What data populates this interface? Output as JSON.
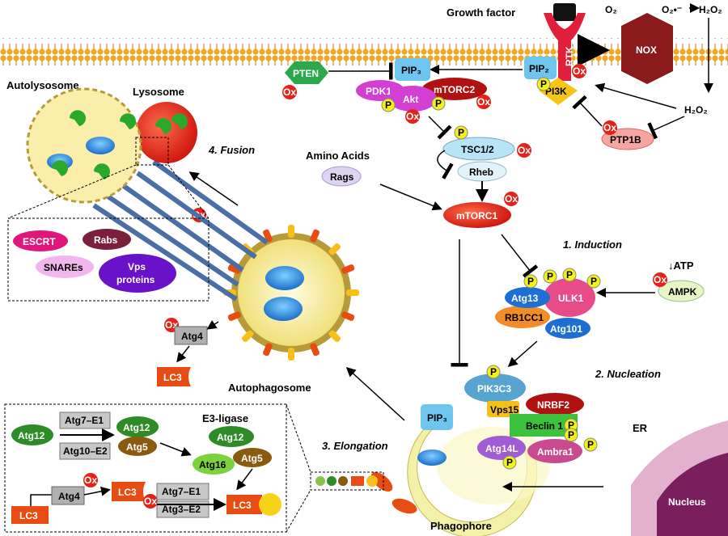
{
  "labels": {
    "growth_factor": "Growth factor",
    "rtk": "RTK",
    "nox": "NOX",
    "o2": "O₂",
    "superoxide": "O₂•⁻",
    "h2o2_top": "H₂O₂",
    "h2o2_right": "H₂O₂",
    "pten": "PTEN",
    "pip3_top": "PIP₃",
    "pip2": "PIP₂",
    "pi3k": "PI3K",
    "pdk1": "PDK1",
    "akt": "Akt",
    "mtorc2": "mTORC2",
    "ptp1b": "PTP1B",
    "tsc": "TSC1/2",
    "rheb": "Rheb",
    "amino_acids": "Amino Acids",
    "rags": "Rags",
    "mtorc1": "mTORC1",
    "induction": "1. Induction",
    "atp": "↓ATP",
    "ampk": "AMPK",
    "atg13": "Atg13",
    "ulk1": "ULK1",
    "rb1cc1": "RB1CC1",
    "atg101": "Atg101",
    "nucleation": "2. Nucleation",
    "pik3c3": "PIK3C3",
    "vps15": "Vps15",
    "nrbf2": "NRBF2",
    "beclin1": "Beclin 1",
    "atg14l": "Atg14L",
    "ambra1": "Ambra1",
    "pip3_bottom": "PIP₃",
    "er": "ER",
    "nucleus": "Nucleus",
    "phagophore": "Phagophore",
    "elongation": "3. Elongation",
    "autophagosome": "Autophagosome",
    "fusion": "4. Fusion",
    "autolysosome": "Autolysosome",
    "lysosome": "Lysosome",
    "escrt": "ESCRT",
    "rabs": "Rabs",
    "snares": "SNAREs",
    "vps_proteins_1": "Vps",
    "vps_proteins_2": "proteins",
    "atg4_mid": "Atg4",
    "lc3_mid": "LC3",
    "e3_ligase": "E3-ligase",
    "atg12_a": "Atg12",
    "atg7_e1_a": "Atg7–E1",
    "atg10_e2": "Atg10–E2",
    "atg12_b": "Atg12",
    "atg5_b": "Atg5",
    "atg12_c": "Atg12",
    "atg16": "Atg16",
    "atg5_c": "Atg5",
    "atg4_box": "Atg4",
    "lc3_a": "LC3",
    "lc3_b": "LC3",
    "atg7_e1_b": "Atg7–E1",
    "atg3_e2": "Atg3–E2",
    "lc3_c": "LC3",
    "ox": "Ox",
    "p": "P"
  },
  "colors": {
    "membrane": "#f3a623",
    "pip_blue": "#6ec6ef",
    "pdk_magenta": "#d23fd2",
    "mtor_red": "#d0191a",
    "ox_red": "#e2231a",
    "p_yellow": "#f6f20f",
    "atg_green": "#2d8c26",
    "atg_blue": "#1d6fd2",
    "lc3_orange": "#e84c12",
    "nox_brown": "#8b1a1a",
    "nucleus_purple": "#7a1f5c"
  }
}
